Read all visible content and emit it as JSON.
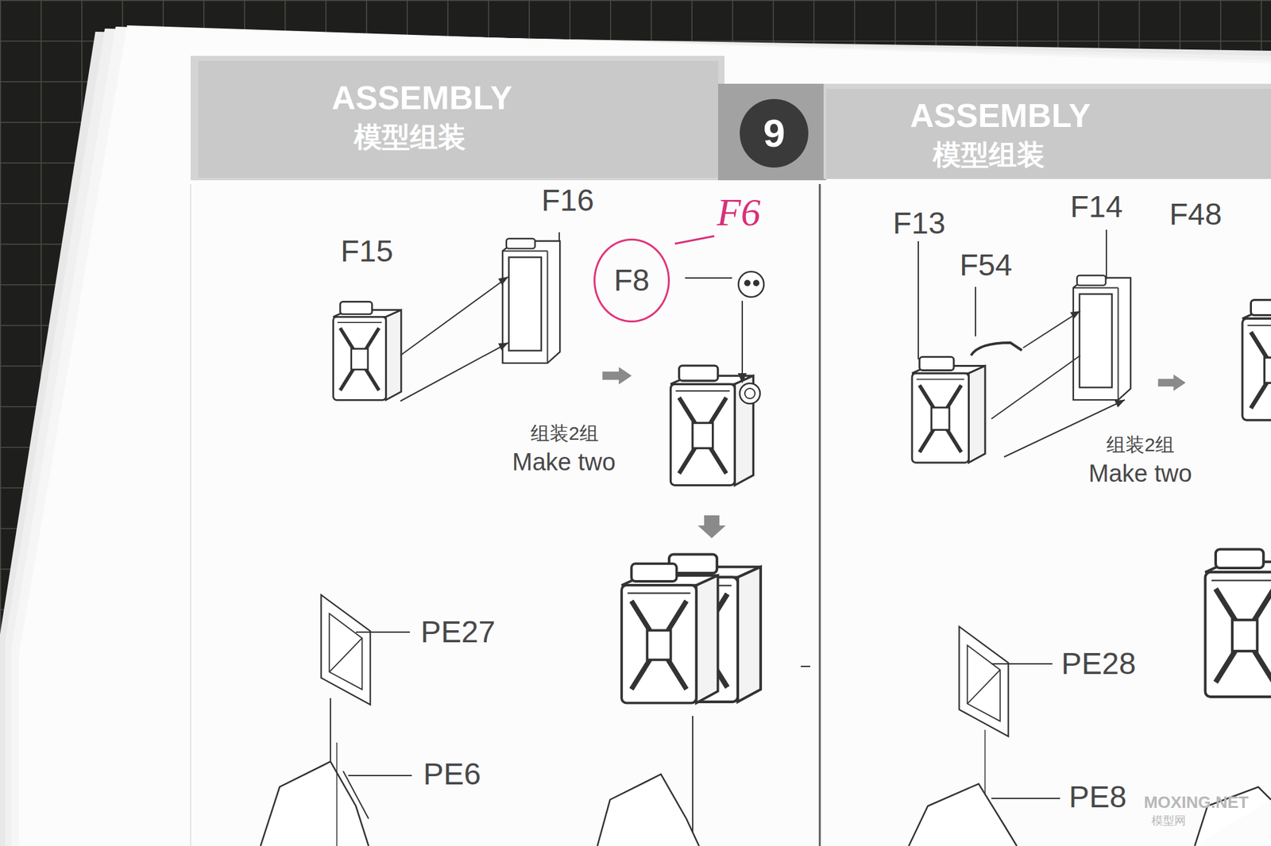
{
  "diagram": {
    "nodes": [
      {
        "text": [
          "ASSEMBLY",
          "模型组装"
        ]
      },
      {
        "text": [
          "9"
        ]
      },
      {
        "text": [
          "ASSEMBLY",
          "模型组装"
        ]
      },
      {
        "text": [
          "F8"
        ]
      }
    ],
    "labels": [
      "F16",
      "F15",
      "F6",
      "组装2组",
      "Make two",
      "PE27",
      "PE6",
      "F13",
      "F14",
      "F48",
      "F54",
      "组装2组",
      "Make two",
      "PE28",
      "PE8",
      "MOXING.NET",
      "模型网"
    ]
  }
}
